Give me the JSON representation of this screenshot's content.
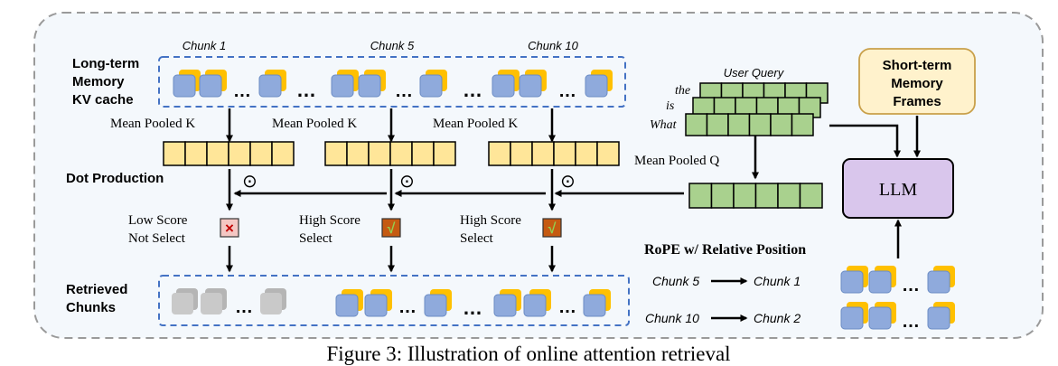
{
  "labels": {
    "long_term_1": "Long-term",
    "long_term_2": "Memory",
    "long_term_3": "KV cache",
    "chunk_1": "Chunk 1",
    "chunk_5": "Chunk 5",
    "chunk_10": "Chunk 10",
    "mean_pooled_k": "Mean Pooled K",
    "dot_production": "Dot Production",
    "low_score": "Low Score",
    "not_select": "Not Select",
    "high_score": "High Score",
    "select": "Select",
    "retrieved_1": "Retrieved",
    "retrieved_2": "Chunks",
    "user_query": "User Query",
    "query_word_1": "the",
    "query_word_2": "is",
    "query_word_3": "What",
    "mean_pooled_q": "Mean Pooled Q",
    "short_term_1": "Short-term",
    "short_term_2": "Memory",
    "short_term_3": "Frames",
    "llm": "LLM",
    "rope_title": "RoPE w/ Relative Position",
    "rope_from_1": "Chunk 5",
    "rope_to_1": "Chunk 1",
    "rope_from_2": "Chunk 10",
    "rope_to_2": "Chunk 2",
    "ellipsis": "…",
    "dot_symbol": "⊙",
    "x_mark": "×",
    "check_mark": "√",
    "caption": "Figure 3: Illustration of online attention retrieval"
  },
  "colors": {
    "outer_border": "#9a9a9a",
    "outer_fill": "#f4f8fc",
    "dashed_blue": "#4472c4",
    "kv_blue": "#8faadc",
    "kv_yellow": "#ffc000",
    "gray_block": "#c9c9c9",
    "pooled_yellow": "#ffe699",
    "query_green": "#a9d18e",
    "short_term_fill": "#fff2cc",
    "short_term_border": "#c9a04a",
    "llm_fill": "#d9c6ec",
    "badge_x_fill": "#f4c7c3",
    "badge_x_mark": "#c00000",
    "badge_check_fill": "#c55a11",
    "badge_check_mark": "#92d050",
    "arrow": "#000000"
  }
}
